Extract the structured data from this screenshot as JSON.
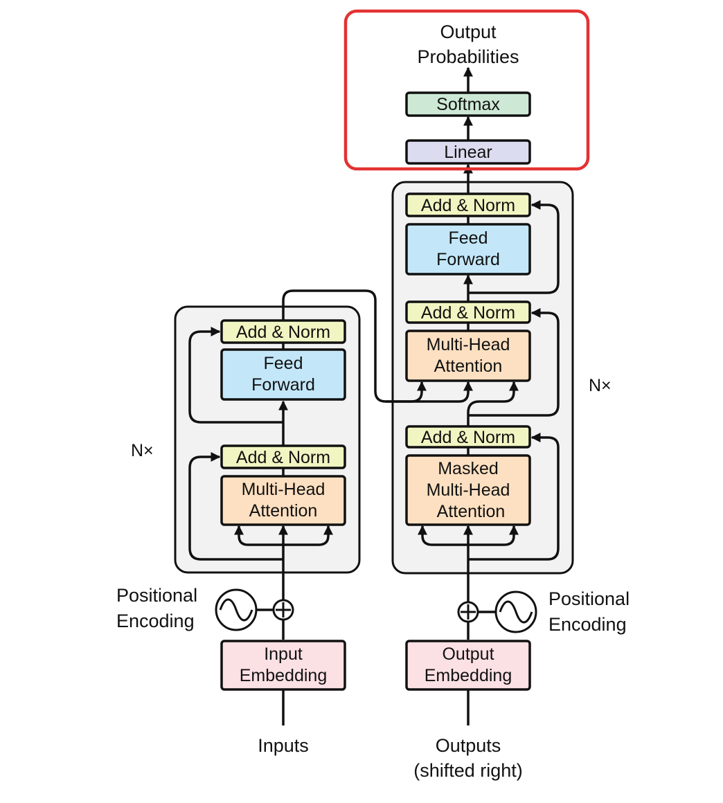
{
  "colors": {
    "stack_bg": "#f2f2f2",
    "add_norm": "#f1f5c2",
    "feed_forward": "#c3e7f8",
    "attention": "#fde0c1",
    "embedding": "#fbe0e4",
    "linear": "#dcdcf0",
    "softmax": "#cde9d5",
    "highlight": "#e33232",
    "line": "#111111"
  },
  "encoder": {
    "nx": "N×",
    "add_norm_top": "Add & Norm",
    "ff_line1": "Feed",
    "ff_line2": "Forward",
    "add_norm_bottom": "Add & Norm",
    "mha_line1": "Multi-Head",
    "mha_line2": "Attention",
    "pos_line1": "Positional",
    "pos_line2": "Encoding",
    "emb_line1": "Input",
    "emb_line2": "Embedding",
    "input_label": "Inputs"
  },
  "decoder": {
    "nx": "N×",
    "add_norm_top": "Add & Norm",
    "ff_line1": "Feed",
    "ff_line2": "Forward",
    "add_norm_mid": "Add & Norm",
    "mha_line1": "Multi-Head",
    "mha_line2": "Attention",
    "add_norm_bottom": "Add & Norm",
    "masked_line1": "Masked",
    "masked_line2": "Multi-Head",
    "masked_line3": "Attention",
    "pos_line1": "Positional",
    "pos_line2": "Encoding",
    "emb_line1": "Output",
    "emb_line2": "Embedding",
    "output_line1": "Outputs",
    "output_line2": "(shifted right)"
  },
  "head": {
    "linear": "Linear",
    "softmax": "Softmax",
    "out_line1": "Output",
    "out_line2": "Probabilities"
  }
}
